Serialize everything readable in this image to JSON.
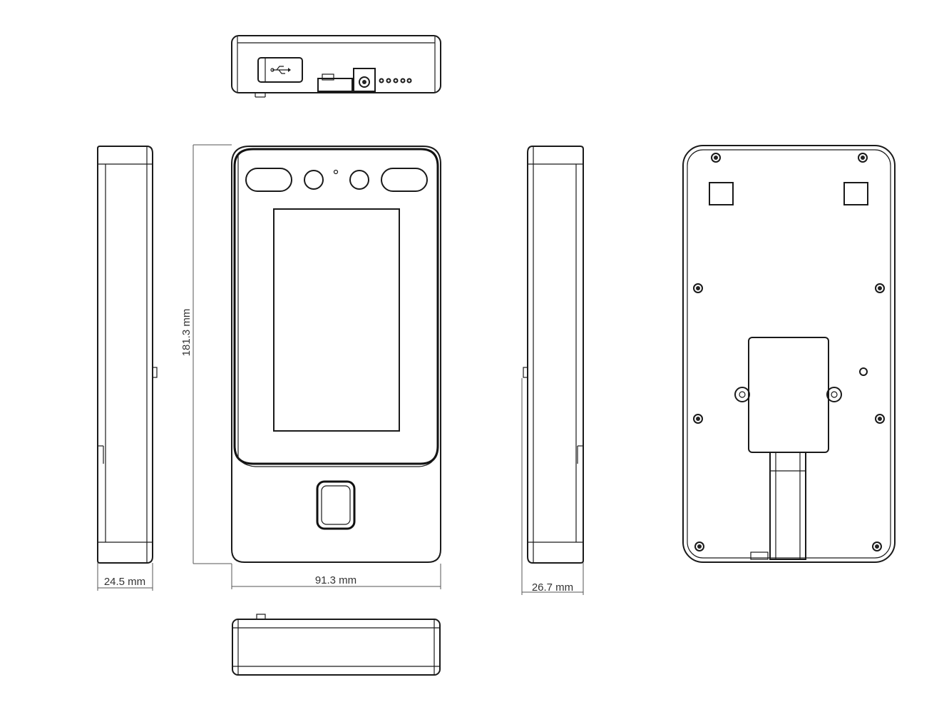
{
  "dimensions": {
    "height": "181.3 mm",
    "width": "91.3 mm",
    "left_depth": "24.5 mm",
    "right_depth": "26.7 mm"
  },
  "icons": {
    "usb": "usb-icon"
  },
  "colors": {
    "line": "#1a1a1a",
    "dimension": "#555555",
    "background": "#ffffff"
  }
}
